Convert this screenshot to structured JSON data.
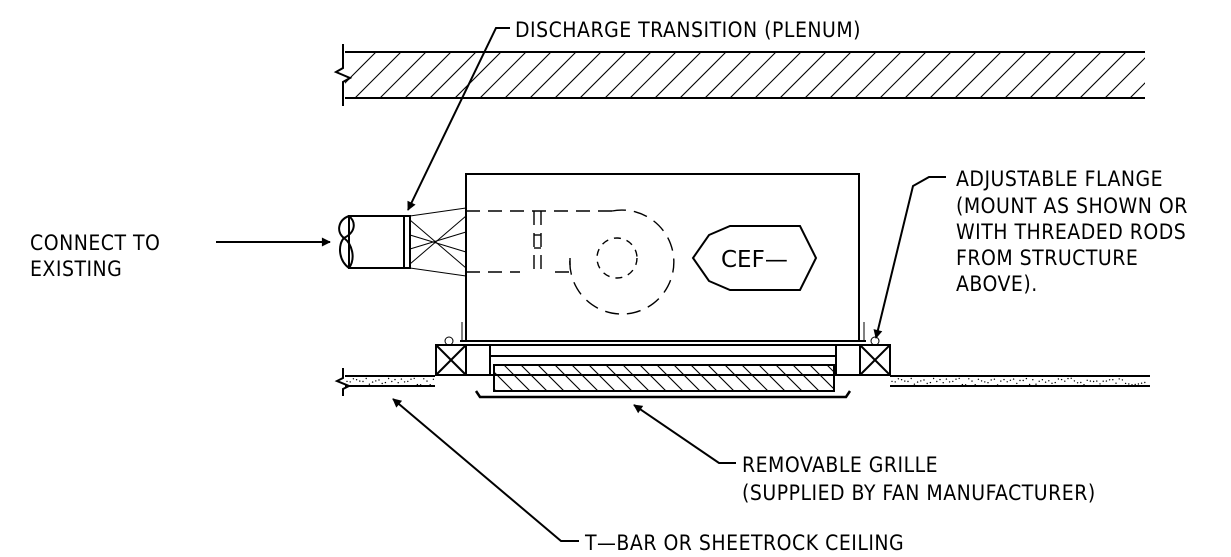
{
  "labels": {
    "discharge": "DISCHARGE TRANSITION (PLENUM)",
    "flange_1": "ADJUSTABLE FLANGE",
    "flange_2": "(MOUNT AS SHOWN OR",
    "flange_3": "WITH THREADED RODS",
    "flange_4": "FROM STRUCTURE",
    "flange_5": "ABOVE).",
    "connect_1": "CONNECT TO",
    "connect_2": "EXISTING",
    "grille_1": "REMOVABLE GRILLE",
    "grille_2": "(SUPPLIED BY FAN MANUFACTURER)",
    "ceiling": "T—BAR OR SHEETROCK CEILING",
    "fan_tag": "CEF—"
  },
  "icons": {
    "leader": "arrow-icon",
    "break": "break-line-icon",
    "duct_end": "duct-break-icon"
  },
  "colors": {
    "line": "#000000",
    "background": "#ffffff"
  }
}
